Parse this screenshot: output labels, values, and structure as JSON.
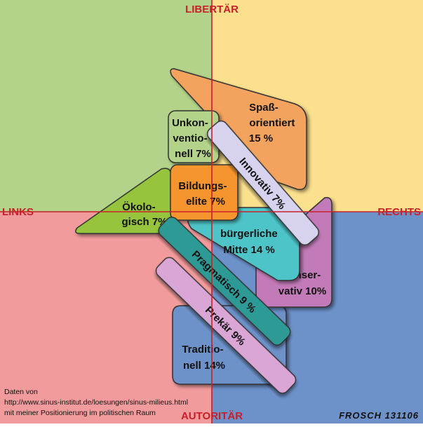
{
  "axes": {
    "top": "LIBERTÄR",
    "bottom": "AUTORITÄR",
    "left": "LINKS",
    "right": "RECHTS"
  },
  "quadrant_colors": {
    "top_left": "#b3d38a",
    "top_right": "#fbe08e",
    "bottom_left": "#f29b9c",
    "bottom_right": "#6d91c9"
  },
  "milieus": {
    "spass": {
      "lines": [
        "Spaß-",
        "orientiert",
        "15 %"
      ],
      "color": "#f3a35d"
    },
    "unkonv": {
      "lines": [
        "Unkon-",
        "ventio-",
        "nell 7%"
      ],
      "color": "#b3d38a"
    },
    "innovativ": {
      "lines": [
        "Innovativ 7%"
      ],
      "color": "#d7d3ee"
    },
    "bildung": {
      "lines": [
        "Bildungs-",
        "elite 7%"
      ],
      "color": "#f6952f"
    },
    "oeko": {
      "lines": [
        "Ökolo-",
        "gisch 7%"
      ],
      "color": "#96c53c"
    },
    "buerger": {
      "lines": [
        "bürgerliche",
        "Mitte 14 %"
      ],
      "color": "#4ec5c8"
    },
    "konservativ": {
      "lines": [
        "Konser-",
        "vativ 10%"
      ],
      "color": "#c37ab8"
    },
    "pragmatisch": {
      "lines": [
        "Pragmatisch 9 %"
      ],
      "color": "#2e9a96"
    },
    "prekaer": {
      "lines": [
        "Prekär 9%"
      ],
      "color": "#d9a6d6"
    },
    "tradition": {
      "lines": [
        "Traditio-",
        "nell 14%"
      ],
      "color": "#6d91c9"
    }
  },
  "source_note": [
    "Daten von",
    "http://www.sinus-institut.de/loesungen/sinus-milieus.html",
    "mit meiner Positionierung im politischen Raum"
  ],
  "signature": "FROSCH 131106"
}
